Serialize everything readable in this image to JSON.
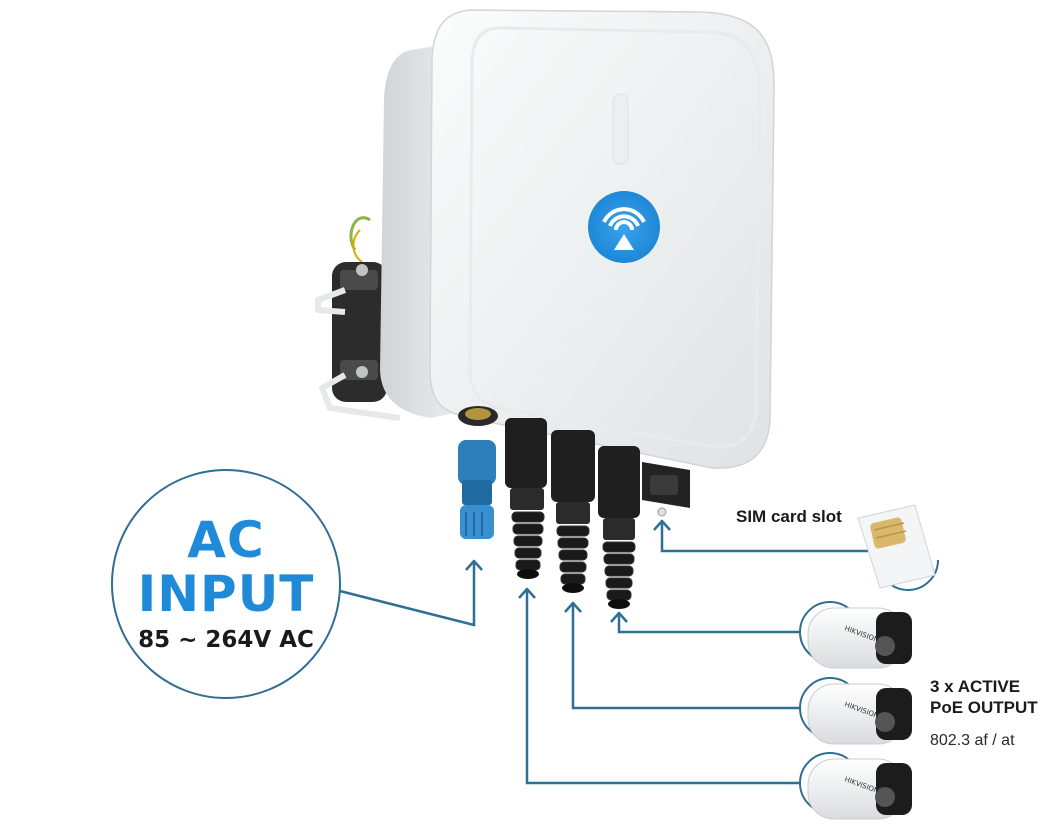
{
  "ac_input": {
    "title_line1": "AC",
    "title_line2": "INPUT",
    "voltage": "85 ~ 264V AC"
  },
  "sim": {
    "label": "SIM card slot"
  },
  "poe": {
    "title_line1": "3 x ACTIVE",
    "title_line2": "PoE OUTPUT",
    "standard": "802.3 af / at"
  },
  "camera_brand": "HIKVISION",
  "colors": {
    "line": "#2f6f93",
    "accent_blue": "#1e8ad8",
    "device_body": "#f1f3f4",
    "connector_dark": "#1f1f1f"
  },
  "icons": [
    "wifi-signal-icon",
    "sim-card-icon",
    "camera-icon"
  ]
}
